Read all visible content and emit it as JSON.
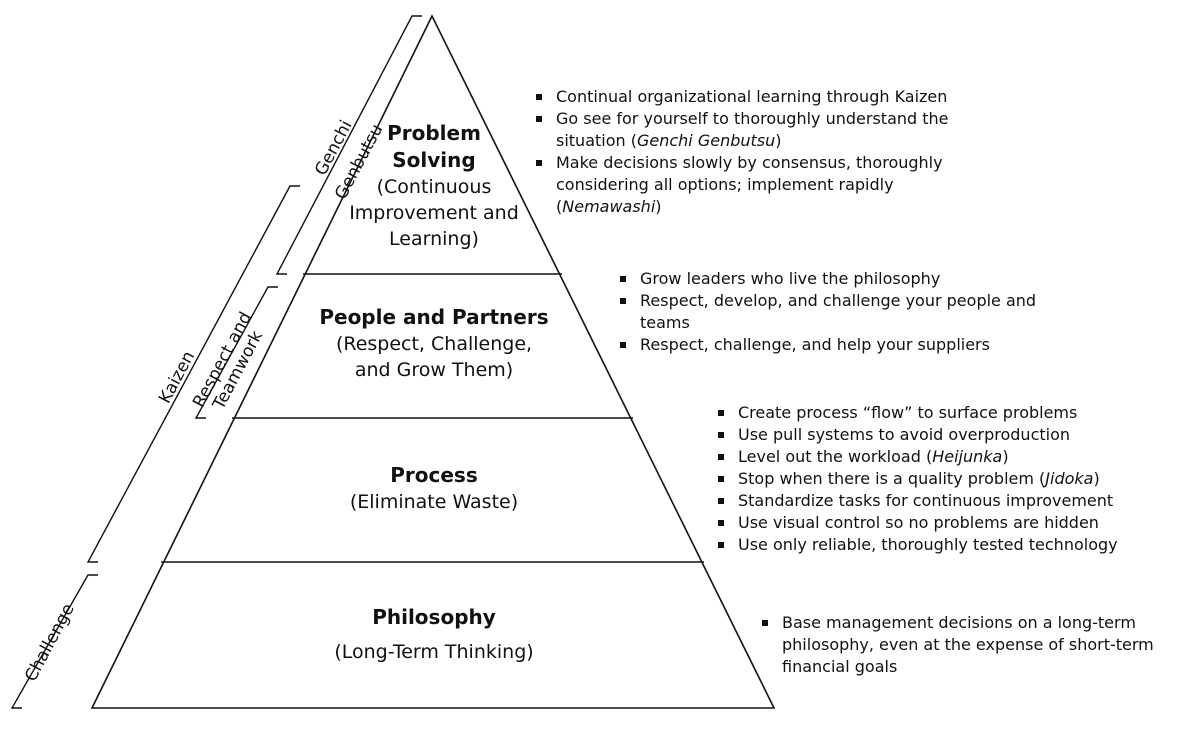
{
  "levels": {
    "problem_solving": {
      "title_line1": "Problem",
      "title_line2": "Solving",
      "sub_line1": "(Continuous",
      "sub_line2": "Improvement and",
      "sub_line3": "Learning)"
    },
    "people": {
      "title": "People and Partners",
      "sub_line1": "(Respect, Challenge,",
      "sub_line2": "and Grow Them)"
    },
    "process": {
      "title": "Process",
      "sub": "(Eliminate Waste)"
    },
    "philosophy": {
      "title": "Philosophy",
      "sub": "(Long-Term Thinking)"
    }
  },
  "side_labels": {
    "genchi": "Genchi",
    "genbutsu": "Genbutsu",
    "respect_and": "Respect and",
    "teamwork": "Teamwork",
    "kaizen": "Kaizen",
    "challenge": "Challenge"
  },
  "bullets": {
    "problem_solving": [
      {
        "pre": "Continual organizational learning through Kaizen",
        "em": "",
        "post": ""
      },
      {
        "pre": "Go see for yourself to thoroughly understand the situation (",
        "em": "Genchi Genbutsu",
        "post": ")"
      },
      {
        "pre": "Make decisions slowly by consensus, thoroughly considering all options; implement rapidly (",
        "em": "Nemawashi",
        "post": ")"
      }
    ],
    "people": [
      {
        "pre": "Grow leaders who live the philosophy",
        "em": "",
        "post": ""
      },
      {
        "pre": "Respect, develop, and challenge your people and teams",
        "em": "",
        "post": ""
      },
      {
        "pre": "Respect, challenge, and help your suppliers",
        "em": "",
        "post": ""
      }
    ],
    "process": [
      {
        "pre": "Create process “flow” to surface problems",
        "em": "",
        "post": ""
      },
      {
        "pre": "Use pull systems to avoid overproduction",
        "em": "",
        "post": ""
      },
      {
        "pre": "Level out the workload (",
        "em": "Heijunka",
        "post": ")"
      },
      {
        "pre": "Stop when there is a quality problem (",
        "em": "Jidoka",
        "post": ")"
      },
      {
        "pre": "Standardize tasks for continuous improvement",
        "em": "",
        "post": ""
      },
      {
        "pre": "Use visual control so no problems are hidden",
        "em": "",
        "post": ""
      },
      {
        "pre": "Use only reliable, thoroughly tested technology",
        "em": "",
        "post": ""
      }
    ],
    "philosophy": [
      {
        "pre": "Base management decisions on a long-term philosophy, even at the expense of short-term financial goals",
        "em": "",
        "post": ""
      }
    ]
  }
}
